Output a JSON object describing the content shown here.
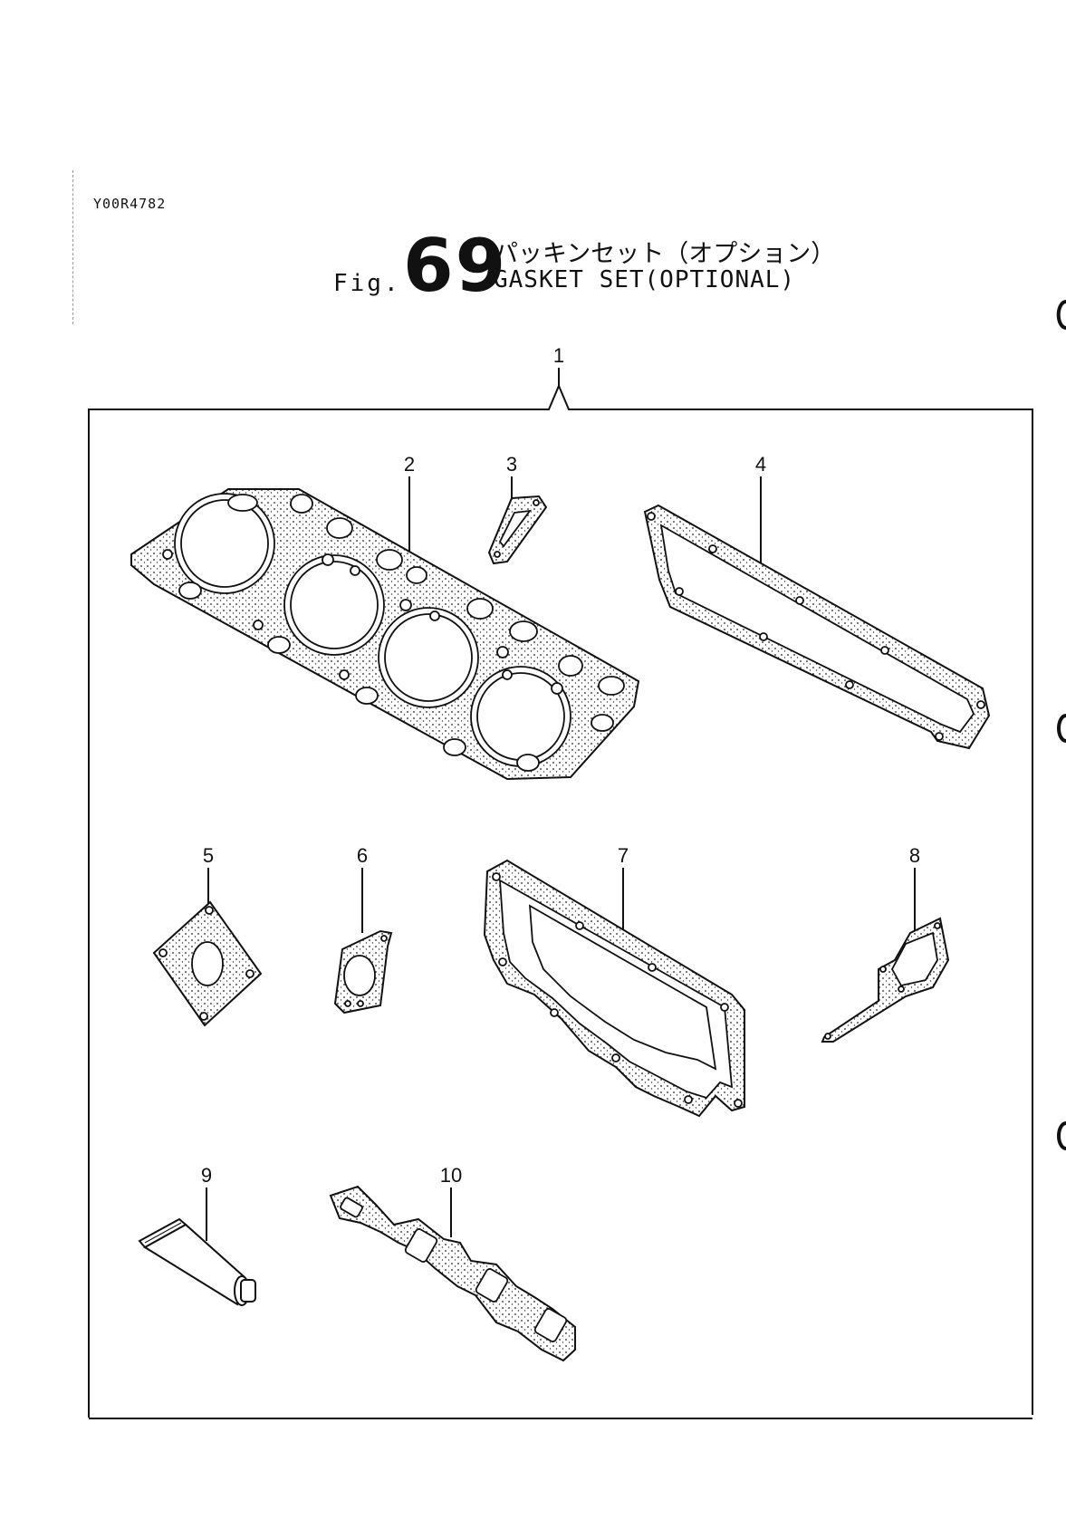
{
  "document_id": "Y00R4782",
  "figure": {
    "prefix": "Fig.",
    "number": "69",
    "title_jp": "パッキンセット（オプション）",
    "title_en": "GASKET SET(OPTIONAL)"
  },
  "callouts": [
    "1",
    "2",
    "3",
    "4",
    "5",
    "6",
    "7",
    "8",
    "9",
    "10"
  ]
}
